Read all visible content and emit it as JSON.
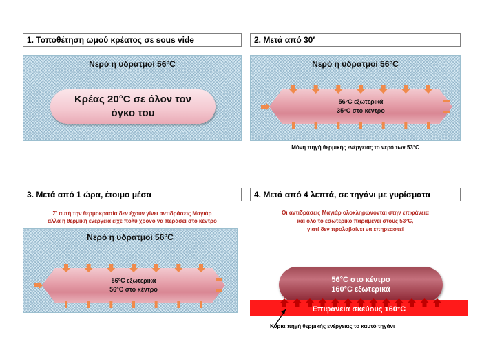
{
  "panels": [
    {
      "title": "1. Τοποθέτηση ωμού κρέατος σε sous vide",
      "water_label": "Νερό ή υδρατμοί 56°C",
      "meat_line1": "Κρέας 20°C σε όλον τον",
      "meat_line2": "όγκο του"
    },
    {
      "title": "2. Μετά από 30′",
      "water_label": "Νερό ή υδρατμοί 56°C",
      "meat_line1": "56°C εξωτερικά",
      "meat_line2": "35°C στο κέντρο",
      "note": "Μόνη πηγή θερμικής ενέργειας το νερό των 53°C"
    },
    {
      "title": "3. Μετά από 1 ώρα, έτοιμο μέσα",
      "note_line1": "Σ' αυτή την θερμοκρασία δεν έχουν γίνει αντιδράσεις Μαγιάρ",
      "note_line2": "αλλά η θερμική ενέργεια είχε πολύ χρόνο να περάσει στο κέντρο",
      "water_label": "Νερό ή υδρατμοί 56°C",
      "meat_line1": "56°C εξωτερικά",
      "meat_line2": "56°C στο κέντρο"
    },
    {
      "title": "4. Μετά από 4 λεπτά, σε τηγάνι με γυρίσματα",
      "note_line1": "Οι αντιδράσεις Μαγιάρ ολοκληρώνονται στην επιφάνεια",
      "note_line2": "και όλο το εσωτερικό παραμένει στους 53°C,",
      "note_line3": "γιατί δεν προλαβαίνει να επηρεαστεί",
      "meat_line1": "56°C στο κέντρο",
      "meat_line2": "160°C εξωτερικά",
      "pan_label": "Επιφάνεια σκεύους 160°C",
      "source_note": "Κύρια πηγή θερμικής ενέργειας το καυτό τηγάνι"
    }
  ],
  "colors": {
    "arrow_orange": "#f08a4b",
    "pan_red": "#ff1a1a",
    "arrow_dark_red": "#c00000",
    "note_red": "#b3261e"
  }
}
